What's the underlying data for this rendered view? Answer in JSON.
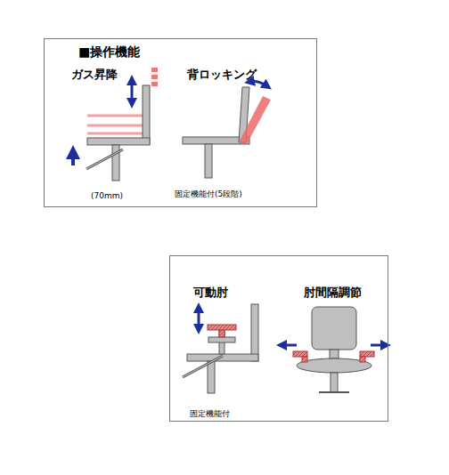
{
  "diagram": {
    "title": "■操作機能",
    "nodes": [
      {
        "text": [
          "ガス昇降",
          "(70mm)",
          "背ロッキング",
          "固定機能付(5段階)"
        ]
      },
      {
        "text": [
          "可動肘",
          "固定機能付",
          "肘間隔調節"
        ]
      }
    ]
  }
}
